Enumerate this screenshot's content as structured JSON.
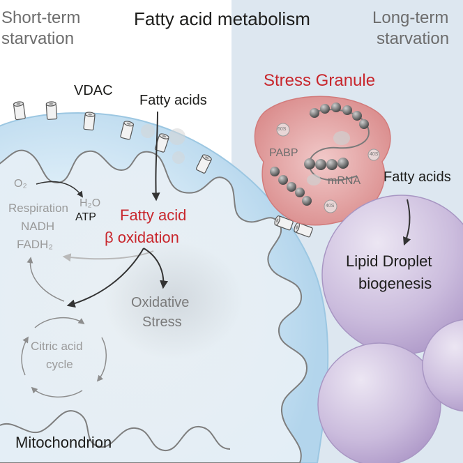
{
  "title": "Fatty acid metabolism",
  "left_header": [
    "Short-term",
    "starvation"
  ],
  "right_header": [
    "Long-term",
    "starvation"
  ],
  "labels": {
    "vdac": "VDAC",
    "fatty_acids_left": "Fatty acids",
    "fatty_acids_right": "Fatty acids",
    "stress_granule": "Stress Granule",
    "pabp": "PABP",
    "mrna": "mRNA",
    "ribo_60s": "60S",
    "ribo_40s_a": "40S",
    "ribo_40s_b": "40S",
    "o2": "O₂",
    "h2o": "H₂O",
    "atp": "ATP",
    "respiration": "Respiration",
    "nadh": "NADH",
    "fadh2": "FADH₂",
    "fatty_acid_beta_ox": [
      "Fatty acid",
      "β oxidation"
    ],
    "oxidative_stress": [
      "Oxidative",
      "Stress"
    ],
    "citric_acid_cycle": [
      "Citric acid",
      "cycle"
    ],
    "lipid_droplet": [
      "Lipid Droplet",
      "biogenesis"
    ],
    "mitochondrion": "Mitochondrion"
  },
  "colors": {
    "accent_red": "#c8262c",
    "text_dark": "#1d1d1b",
    "text_grey": "#8a8a8a",
    "right_panel_bg": "#dfe8f1",
    "mito_fill": "#d7eaf6",
    "lipid_fill": "#c7b6da",
    "granule_fill": "#e3a3a3"
  }
}
